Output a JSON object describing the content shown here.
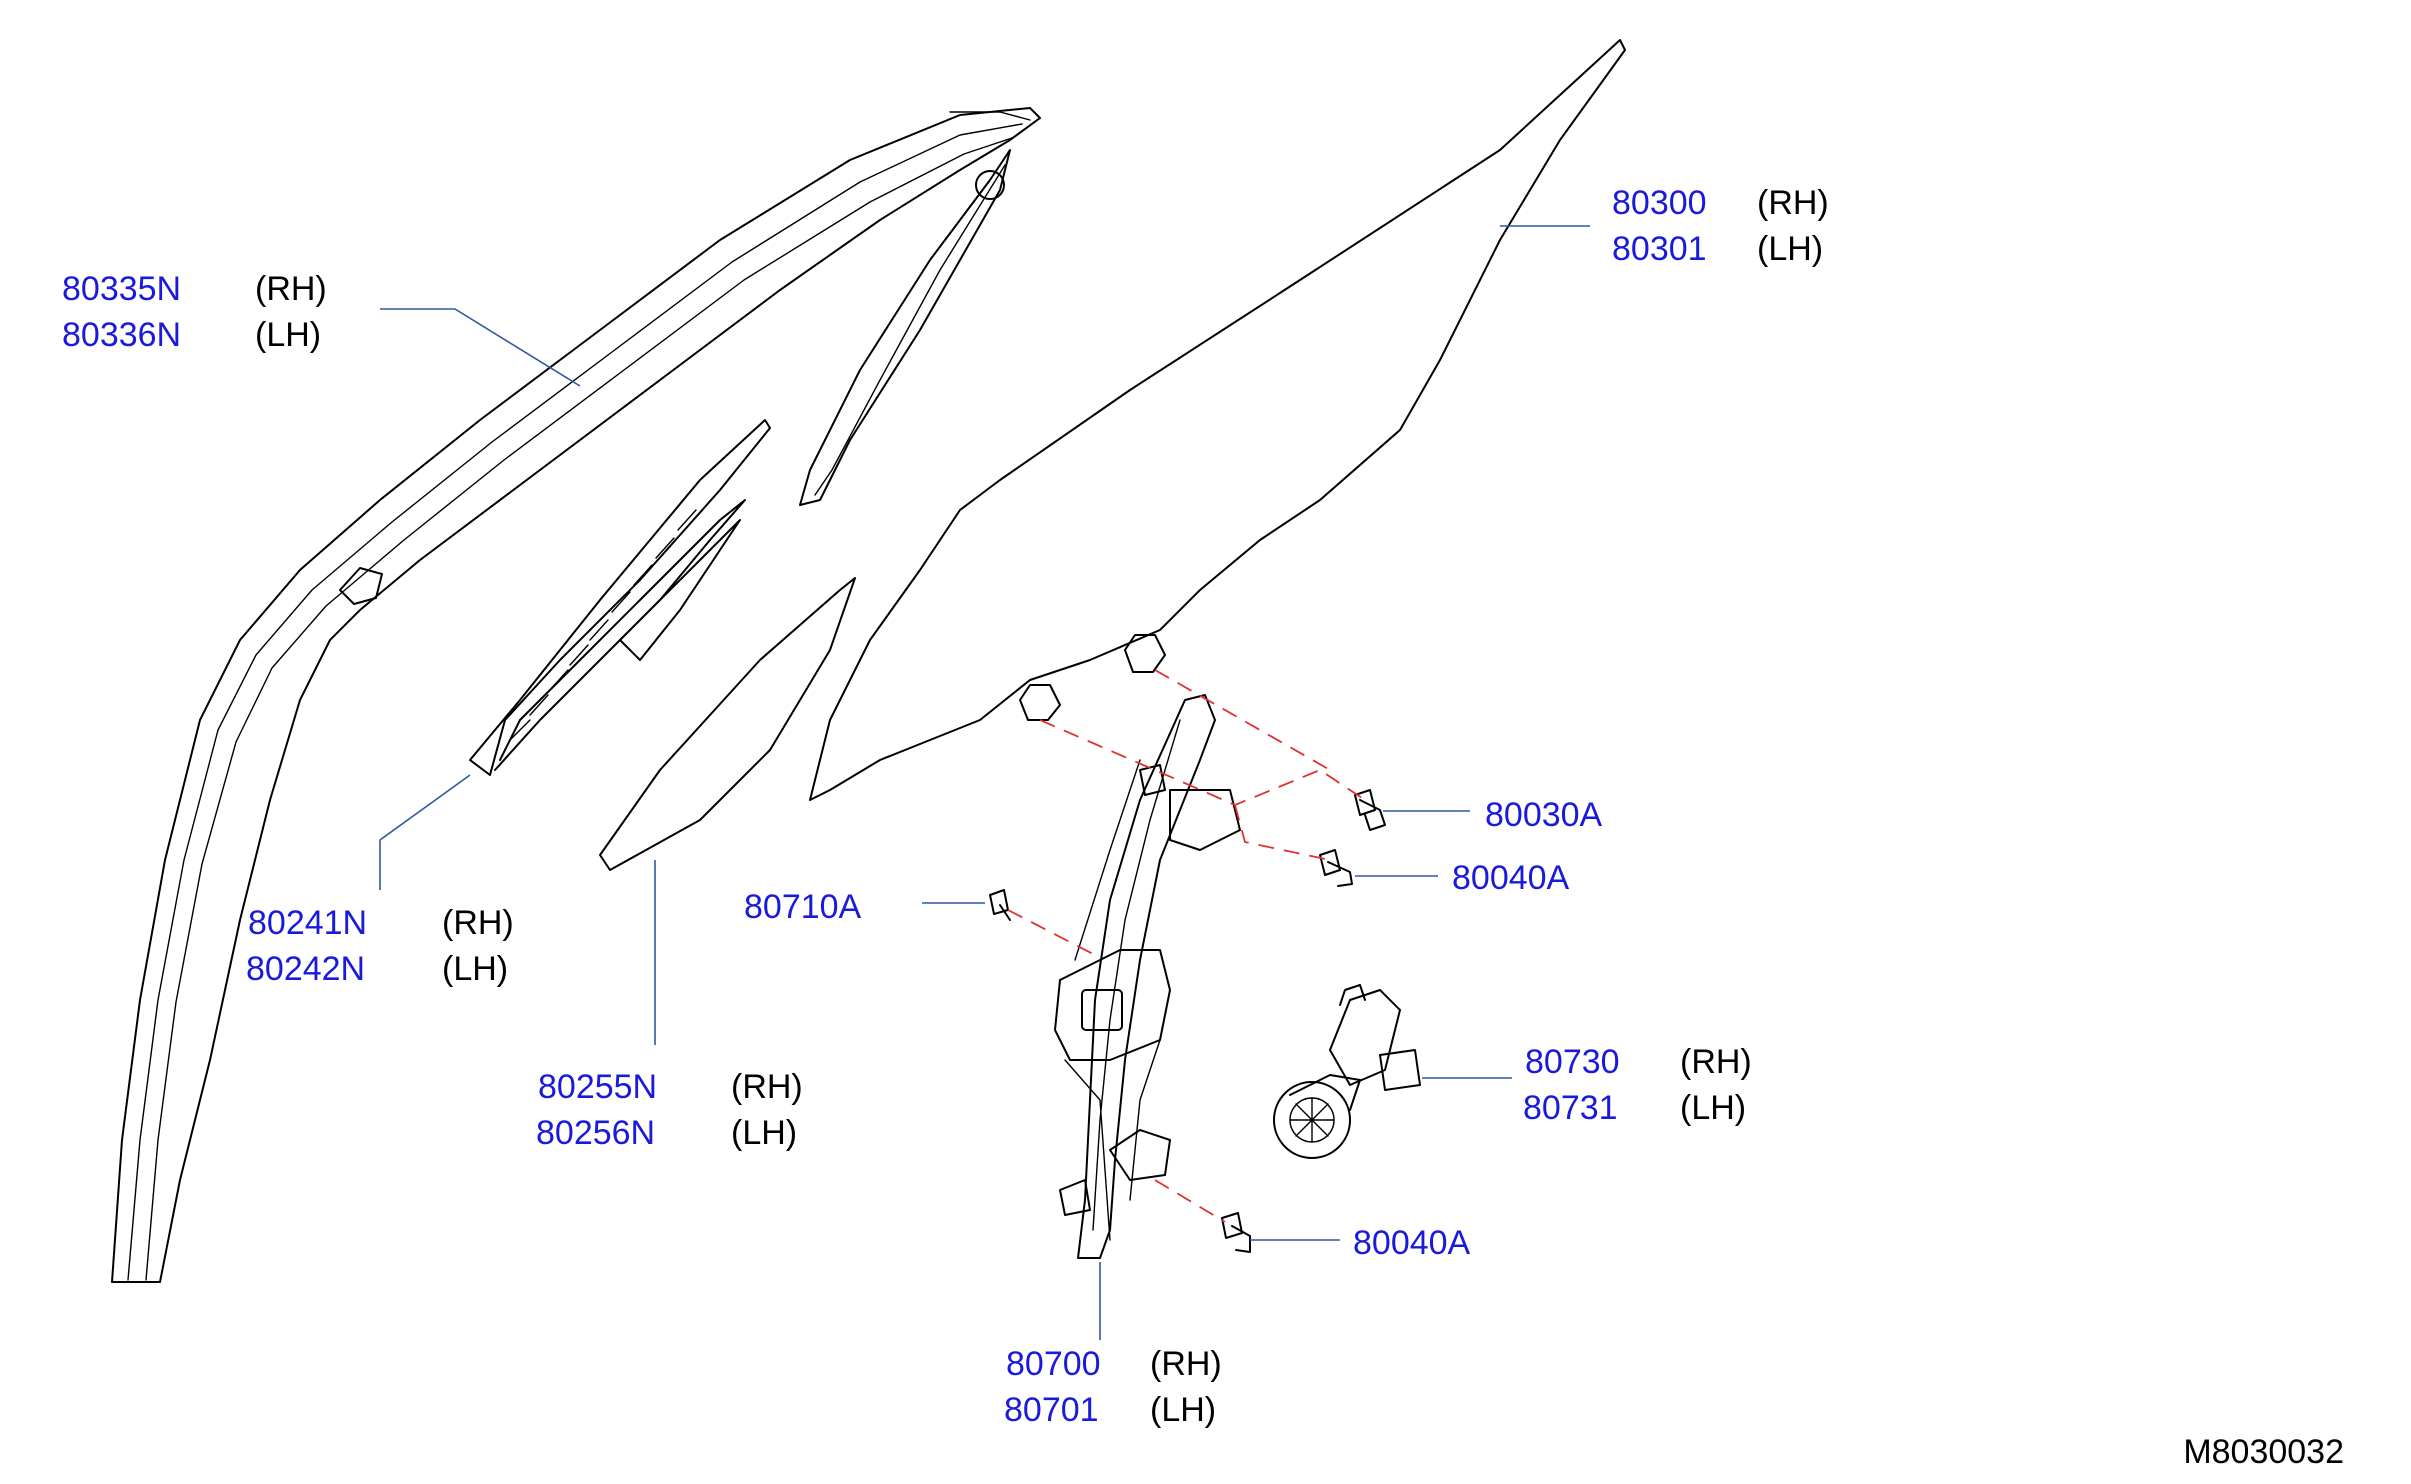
{
  "diagram": {
    "code": "M8030032",
    "colors": {
      "part_number": "#1a1adc",
      "side_label": "#000000",
      "leader": "#2c5aa0",
      "guide": "#e03030",
      "outline": "#000000"
    },
    "callouts": [
      {
        "id": "c1",
        "rh": "80335N",
        "lh": "80336N",
        "rh_tag": "(RH)",
        "lh_tag": "(LH)"
      },
      {
        "id": "c2",
        "rh": "80300",
        "lh": "80301",
        "rh_tag": "(RH)",
        "lh_tag": "(LH)"
      },
      {
        "id": "c3",
        "single": "80030A"
      },
      {
        "id": "c4",
        "single": "80040A"
      },
      {
        "id": "c5",
        "single": "80710A"
      },
      {
        "id": "c6",
        "rh": "80241N",
        "lh": "80242N",
        "rh_tag": "(RH)",
        "lh_tag": "(LH)"
      },
      {
        "id": "c7",
        "rh": "80255N",
        "lh": "80256N",
        "rh_tag": "(RH)",
        "lh_tag": "(LH)"
      },
      {
        "id": "c8",
        "rh": "80730",
        "lh": "80731",
        "rh_tag": "(RH)",
        "lh_tag": "(LH)"
      },
      {
        "id": "c9",
        "single": "80040A"
      },
      {
        "id": "c10",
        "rh": "80700",
        "lh": "80701",
        "rh_tag": "(RH)",
        "lh_tag": "(LH)"
      }
    ]
  }
}
